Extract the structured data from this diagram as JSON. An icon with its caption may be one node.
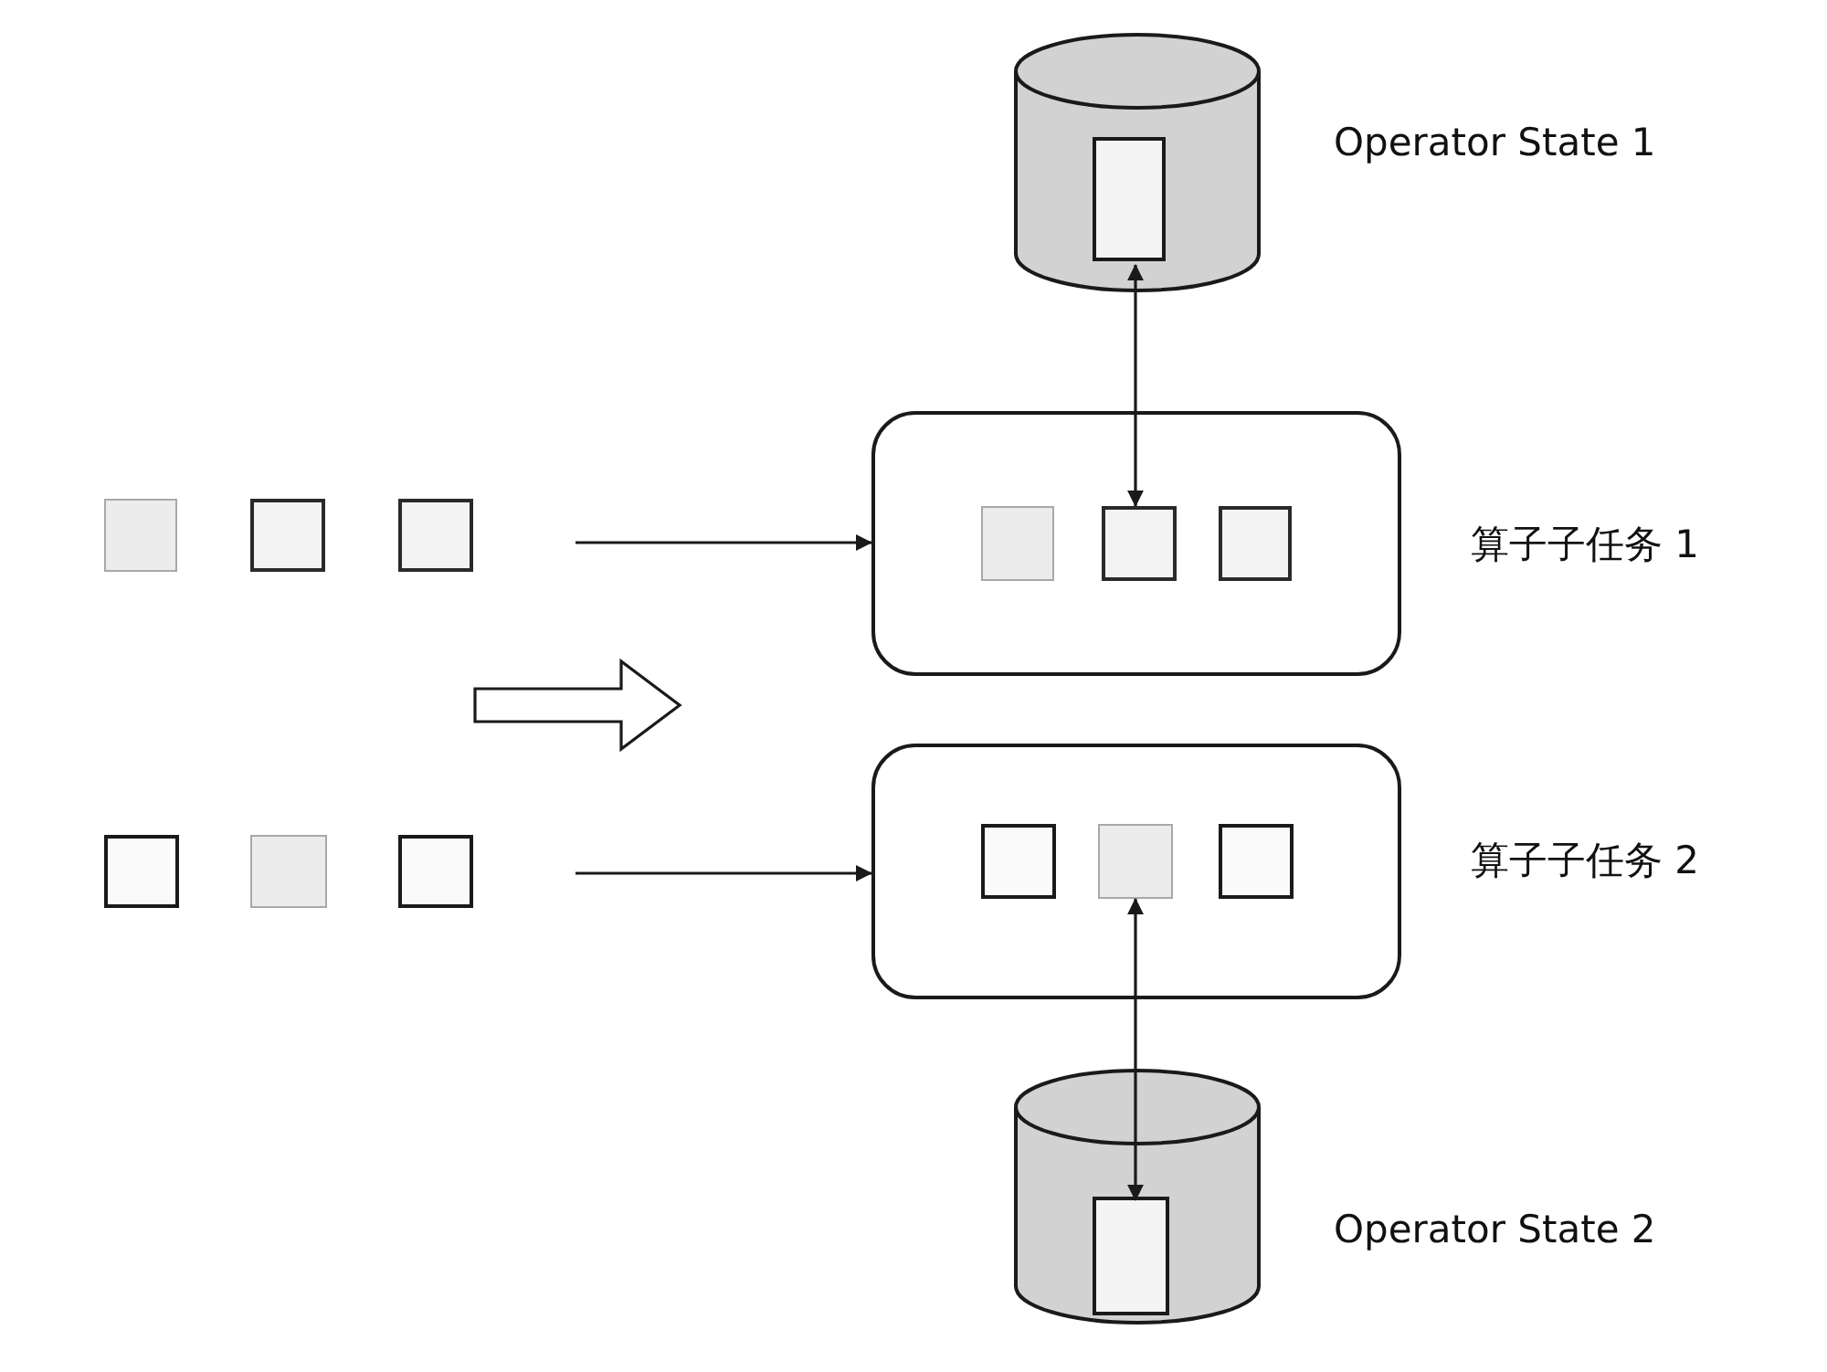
{
  "diagram": {
    "nodes": [
      {
        "text": [],
        "shape": "cylinder",
        "beside": [
          "Operator State 1"
        ]
      },
      {
        "text": [],
        "shape": "box",
        "in": 0
      },
      {
        "text": [],
        "shape": "box"
      },
      {
        "text": [],
        "shape": "box"
      },
      {
        "text": [],
        "shape": "box"
      },
      {
        "text": [],
        "shape": "box",
        "beside": [
          "算子子任务 1"
        ]
      },
      {
        "text": [],
        "shape": "box",
        "in": 5
      },
      {
        "text": [],
        "shape": "box",
        "in": 5
      },
      {
        "text": [],
        "shape": "box",
        "in": 5
      },
      {
        "text": [],
        "shape": "box"
      },
      {
        "text": [],
        "shape": "box"
      },
      {
        "text": [],
        "shape": "box"
      },
      {
        "text": [],
        "shape": "box",
        "beside": [
          "算子子任务 2"
        ]
      },
      {
        "text": [],
        "shape": "box",
        "in": 12
      },
      {
        "text": [],
        "shape": "box",
        "in": 12
      },
      {
        "text": [],
        "shape": "box",
        "in": 12
      },
      {
        "text": [],
        "shape": "cylinder",
        "beside": [
          "Operator State 2"
        ]
      },
      {
        "text": [],
        "shape": "box",
        "in": 16
      }
    ],
    "edges": [
      {
        "from": null,
        "to": 5,
        "arrow": "to"
      },
      {
        "from": null,
        "to": 12,
        "arrow": "to"
      },
      {
        "from": 1,
        "to": 7,
        "arrow": "both"
      },
      {
        "from": 14,
        "to": 17,
        "arrow": "both"
      }
    ]
  }
}
